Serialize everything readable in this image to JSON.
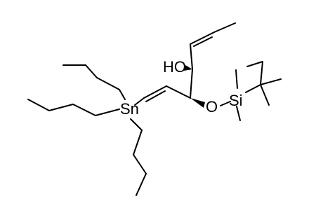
{
  "molecule": {
    "atoms": {
      "hydroxyl": "HO",
      "tin": "Sn",
      "oxygen": "O",
      "silicon": "Si"
    }
  }
}
